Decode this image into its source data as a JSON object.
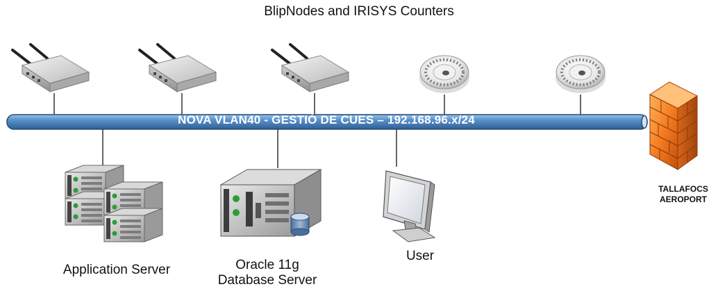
{
  "title": "BlipNodes and IRISYS Counters",
  "network": {
    "label": "NOVA VLAN40 - GESTIÓ DE CUES – 192.168.96.x/24",
    "color": "#4f86c0"
  },
  "top_devices": [
    {
      "type": "blipnode",
      "icon": "router-icon"
    },
    {
      "type": "blipnode",
      "icon": "router-icon"
    },
    {
      "type": "blipnode",
      "icon": "router-icon"
    },
    {
      "type": "irisys-counter",
      "icon": "counter-sensor-icon"
    },
    {
      "type": "irisys-counter",
      "icon": "counter-sensor-icon"
    }
  ],
  "servers": {
    "application": {
      "label": "Application Server",
      "icon": "server-rack-icon"
    },
    "database": {
      "label_line1": "Oracle 11g",
      "label_line2": "Database Server",
      "icon": "database-server-icon"
    },
    "user": {
      "label": "User",
      "icon": "monitor-icon"
    }
  },
  "firewall": {
    "label_line1": "TALLAFOCS",
    "label_line2": "AEROPORT",
    "icon": "firewall-icon",
    "color": "#f07a22"
  }
}
